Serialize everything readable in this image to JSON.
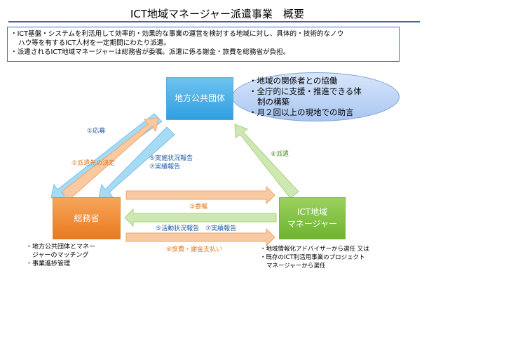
{
  "title": "ICT地域マネージャー派遣事業　概要",
  "summary": {
    "line1": "・ICT基盤・システムを利活用して効率的・効果的な事業の運営を検討する地域に対し、具体的・技術的なノウ",
    "line2": "ハウ等を有するICT人材を一定期間にわたり派遣。",
    "line3": "・派遣されるICT地域マネージャーは総務省が委嘱。派遣に係る謝金・旅費を総務省が負担。"
  },
  "nodes": {
    "local_gov": "地方公共団体",
    "mic": "総務省",
    "manager_line1": "ICT地域",
    "manager_line2": "マネージャー"
  },
  "ellipse": {
    "item1": "・地域の関係者との協働",
    "item2": "・全庁的に支援・推進できる体",
    "item3": "制の構築",
    "item4": "・月２回以上の現地での助言"
  },
  "arrows": {
    "apply": "①応募",
    "decide": "②派遣先の決定",
    "commission": "③委嘱",
    "dispatch": "④派遣",
    "impl_report1": "⑤実施状況報告",
    "impl_report2": "⑦実績報告",
    "activity_report": "⑤活動状況報告　⑦実績報告",
    "payment": "⑥旅費・謝金支払い"
  },
  "notes": {
    "mic_line1": "・地方公共団体とマネー",
    "mic_line2": "ジャーのマッチング",
    "mic_line3": "・事業進捗管理",
    "mgr_line1": "・地域情報化アドバイザーから選任 又は",
    "mgr_line2": "・既存のICT利活用事業のプロジェクト",
    "mgr_line3": "マネージャーから選任"
  },
  "colors": {
    "blue_arrow": "#8ed0f2",
    "orange_arrow": "#f6b887",
    "green_arrow": "#c4e3a0"
  }
}
